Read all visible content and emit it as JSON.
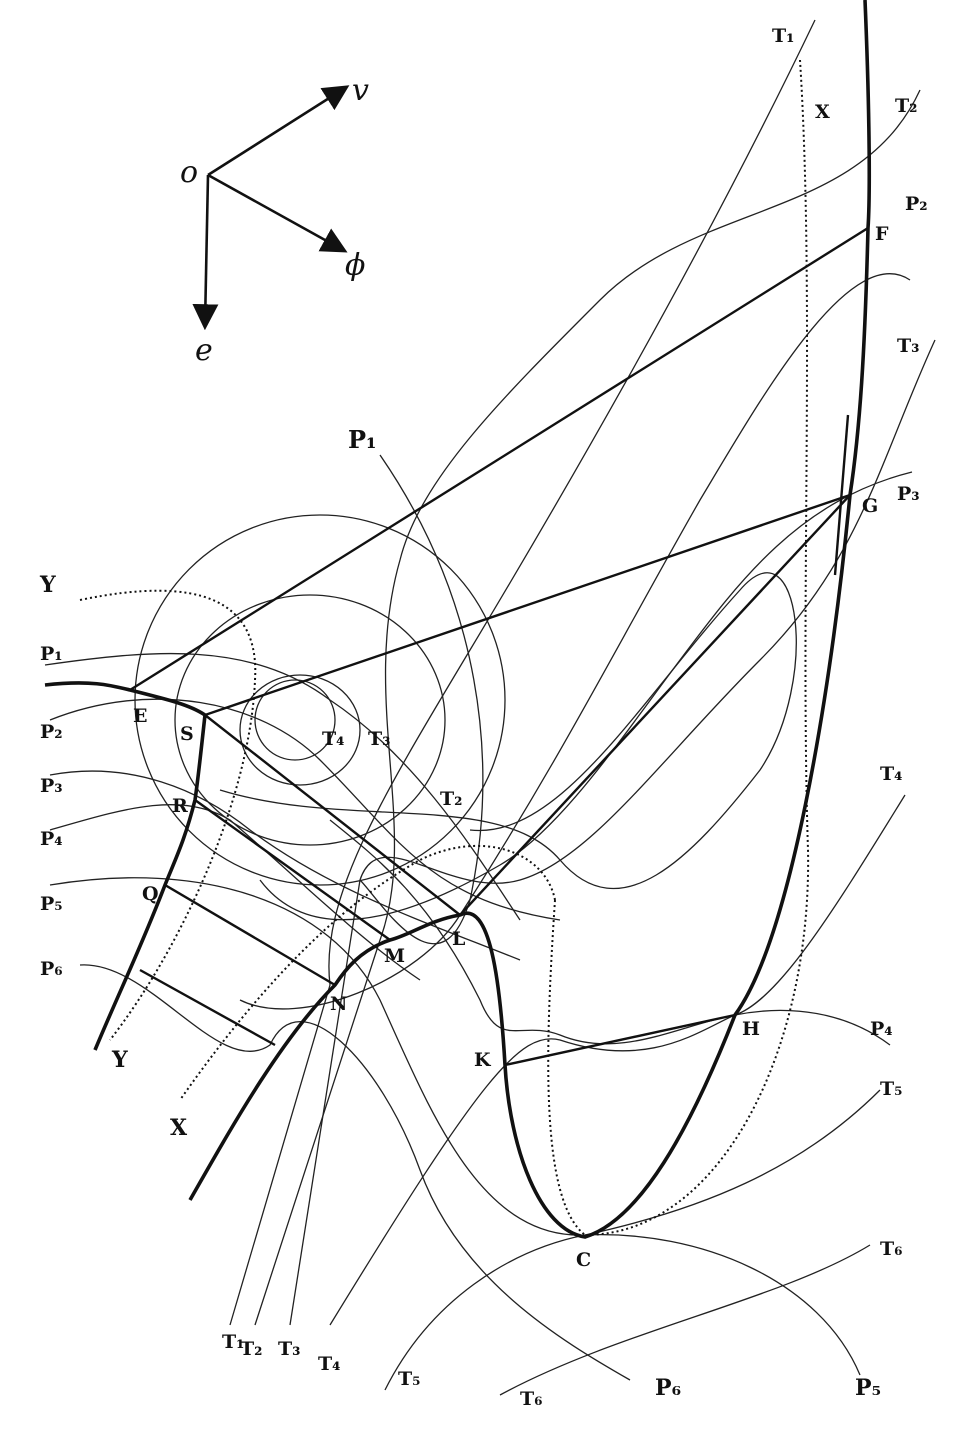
{
  "axes": {
    "origin": "o",
    "v": "v",
    "phi": "ϕ",
    "e": "e"
  },
  "points": {
    "E": "E",
    "S": "S",
    "R": "R",
    "Q": "Q",
    "F": "F",
    "G": "G",
    "L": "L",
    "M": "M",
    "N": "N",
    "K": "K",
    "H": "H",
    "C": "C"
  },
  "curve_labels": {
    "T1_top": "T₁",
    "X_top": "X",
    "T2_right": "T₂",
    "P2_right": "P₂",
    "T3_right": "T₃",
    "P1_mid": "P₁",
    "P3_right": "P₃",
    "Y_top": "Y",
    "P1_left": "P₁",
    "P2_left": "P₂",
    "P3_left": "P₃",
    "P4_left": "P₄",
    "P5_left": "P₅",
    "P6_left": "P₆",
    "T4_center": "T₄",
    "T3_center": "T₃",
    "T2_center": "T₂",
    "T4_right": "T₄",
    "P4_right": "P₄",
    "T5_right": "T₅",
    "T6_right": "T₆",
    "Y_bottom": "Y",
    "X_bottom": "X",
    "T1_bottom": "T₁",
    "T2_bottom": "T₂",
    "T3_bottom": "T₃",
    "T4_bottom": "T₄",
    "T5_bottom": "T₅",
    "T6_bottom": "T₆",
    "P6_bottom": "P₆",
    "P5_bottom": "P₅"
  }
}
